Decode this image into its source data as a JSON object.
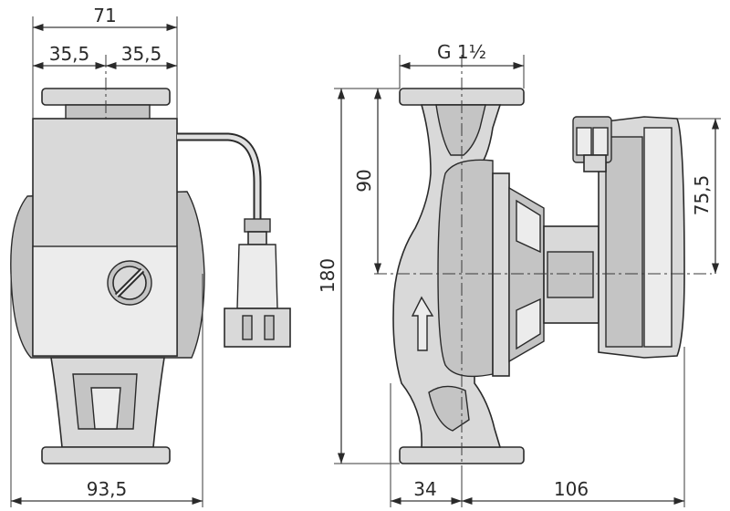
{
  "dimensions": {
    "front_total_width": "71",
    "front_half_left": "35,5",
    "front_half_right": "35,5",
    "front_base_width": "93,5",
    "side_thread": "G 1½",
    "side_height_total": "180",
    "side_height_upper": "90",
    "side_motor_height": "75,5",
    "side_depth_left": "34",
    "side_depth_right": "106"
  }
}
